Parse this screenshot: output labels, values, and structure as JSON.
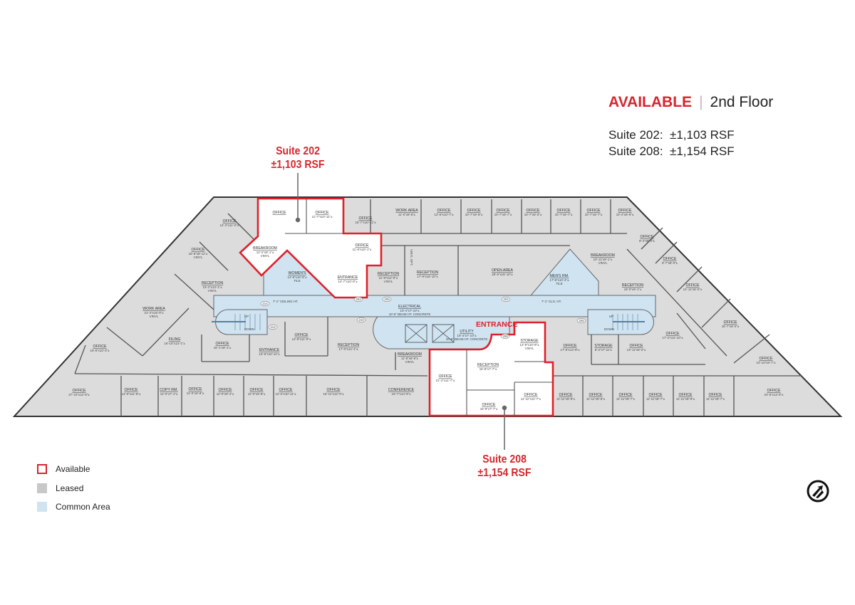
{
  "header": {
    "status": "AVAILABLE",
    "floor": "2nd Floor"
  },
  "suites_summary": [
    {
      "suite": "Suite 202:",
      "area": "±1,103 RSF"
    },
    {
      "suite": "Suite 208:",
      "area": "±1,154 RSF"
    }
  ],
  "callouts": {
    "suite202": {
      "name": "Suite 202",
      "area": "±1,103 RSF"
    },
    "suite208": {
      "name": "Suite 208",
      "area": "±1,154 RSF"
    },
    "entrance": "ENTRANCE"
  },
  "legend": [
    {
      "label": "Available",
      "color": "#d7262e"
    },
    {
      "label": "Leased",
      "color": "#c8c8c8"
    },
    {
      "label": "Common Area",
      "color": "#cfe3f1"
    }
  ],
  "plan_notes": {
    "ceiling_left": "7'-1\" CEILING HT.",
    "ceiling_right": "7'-1\" CLG. HT.",
    "up": "UP",
    "down": "DOWN",
    "vinyl_opt": "VINYL OPT."
  },
  "doors": [
    "214",
    "212",
    "202",
    "206",
    "210",
    "204",
    "208",
    "206"
  ],
  "rooms": [
    {
      "name": "OFFICE",
      "dims": "14'-2\"x11'-0\"±"
    },
    {
      "name": "OFFICE",
      "dims": "16'-8\"x8'-11\"±",
      "extra": "VINYL"
    },
    {
      "name": "RECEPTION",
      "dims": "15'-2\"x13'-1\"±",
      "extra": "VINYL"
    },
    {
      "name": "WORK AREA",
      "dims": "21'-4\"x15'-0\"±",
      "extra": "VINYL"
    },
    {
      "name": "OFFICE",
      "dims": "16'-8\"x10'-3\"±"
    },
    {
      "name": "FILING",
      "dims": "16'-10\"x13'-1\"±"
    },
    {
      "name": "OFFICE",
      "dims": "16'-1\"x8'-1\"±"
    },
    {
      "name": "ENTRANCE",
      "dims": "13'-8\"x10'-11\"±"
    },
    {
      "name": "OFFICE",
      "dims": "27'-10\"x12'-8\"±"
    },
    {
      "name": "OFFICE",
      "dims": "12'-0\"x11'-8\"±"
    },
    {
      "name": "COPY RM.",
      "dims": "12'-0\"x7'-1\"±"
    },
    {
      "name": "OFFICE",
      "dims": "12'-0\"x9'-8\"±"
    },
    {
      "name": "OFFICE",
      "dims": "12'-0\"x9'-4\"±"
    },
    {
      "name": "OFFICE",
      "dims": "12'-0\"x9'-8\"±"
    },
    {
      "name": "OFFICE",
      "dims": "12'-0\"x10'-11\"±"
    },
    {
      "name": "OFFICE",
      "dims": "12'-8\"x11'-0\"±"
    },
    {
      "name": "RECEPTION",
      "dims": "17'-0\"x12'-1\"±"
    },
    {
      "name": "OFFICE",
      "dims": "16'-11\"x12'-0\"±"
    },
    {
      "name": "CONFERENCE",
      "dims": "16'-7\"x14'-9\"±"
    },
    {
      "name": "BREAKROOM",
      "dims": "11'-8\"x6'-8\"±",
      "extra": "VINYL"
    },
    {
      "name": "ELECTRICAL",
      "dims": "10'-4\"x7'-10\"±",
      "extra": "10'-6\" BEAM HT. CONCRETE"
    },
    {
      "name": "UTILITY",
      "dims": "10'-4\"x7'-10\"±",
      "extra": "10'-6\" BEAM HT. CONCRETE"
    },
    {
      "name": "OFFICE",
      "dims": ""
    },
    {
      "name": "OFFICE",
      "dims": "11'-7\"x10'-11\"±"
    },
    {
      "name": "BREAKROOM",
      "dims": "12'-2\"x8'-1\"±",
      "extra": "VINYL"
    },
    {
      "name": "OFFICE",
      "dims": "11'-8\"x10'-1\"±"
    },
    {
      "name": "ENTRANCE",
      "dims": "14'-7\"x10'-0\"±"
    },
    {
      "name": "WOMEN'S",
      "dims": "12'-8\"x10'-8\"±",
      "extra": "TILE"
    },
    {
      "name": "OFFICE",
      "dims": "15'-7\"x10'-11\"±"
    },
    {
      "name": "WORK AREA",
      "dims": "11'-0\"x8'-8\"±"
    },
    {
      "name": "OFFICE",
      "dims": "12'-8\"x10'-7\"±"
    },
    {
      "name": "OFFICE",
      "dims": "10'-7\"x9'-8\"±"
    },
    {
      "name": "OFFICE",
      "dims": "10'-7\"x9'-7\"±"
    },
    {
      "name": "OFFICE",
      "dims": "10'-7\"x9'-0\"±"
    },
    {
      "name": "OFFICE",
      "dims": "10'-7\"x9'-7\"±"
    },
    {
      "name": "OFFICE",
      "dims": "10'-7\"x9'-7\"±"
    },
    {
      "name": "OFFICE",
      "dims": "10'-4\"x9'-9\"±"
    },
    {
      "name": "RECEPTION",
      "dims": "11'-9\"x12'-0\"±",
      "extra": "VINYL"
    },
    {
      "name": "RECEPTION",
      "dims": "17'-9\"x18'-10\"±"
    },
    {
      "name": "OPEN AREA",
      "dims": "28'-6\"x15'-10\"±"
    },
    {
      "name": "MEN'S RM.",
      "dims": "17'-8\"x10'-4\"±",
      "extra": "TILE"
    },
    {
      "name": "BREAKROOM",
      "dims": "10'-11\"x9'-1\"±",
      "extra": "VINYL"
    },
    {
      "name": "RECEPTION",
      "dims": "19'-0\"x9'-1\"±"
    },
    {
      "name": "OFFICE",
      "dims": "9'-4\"x8'-0\"±"
    },
    {
      "name": "OFFICE",
      "dims": "9'-7\"x9'-0\"±"
    },
    {
      "name": "OFFICE",
      "dims": "14'-11\"x8'-0\"±"
    },
    {
      "name": "OFFICE",
      "dims": "16'-7\"x8'-0\"±"
    },
    {
      "name": "OFFICE",
      "dims": "17'-2\"x11'-10\"±"
    },
    {
      "name": "OFFICE",
      "dims": "13'-11\"x8'-2\"±"
    },
    {
      "name": "STORAGE",
      "dims": "8'-2\"x7'-11\"±"
    },
    {
      "name": "OFFICE",
      "dims": "17'-5\"x14'-8\"±"
    },
    {
      "name": "OFFICE",
      "dims": "10'-10\"x9'-7\"±"
    },
    {
      "name": "OFFICE",
      "dims": "24'-8\"x14'-9\"±"
    },
    {
      "name": "OFFICE",
      "dims": "11'-11\"x9'-8\"±"
    },
    {
      "name": "OFFICE",
      "dims": "11'-11\"x9'-8\"±"
    },
    {
      "name": "OFFICE",
      "dims": "11'-11\"x9'-7\"±"
    },
    {
      "name": "OFFICE",
      "dims": "11'-11\"x8'-7\"±"
    },
    {
      "name": "OFFICE",
      "dims": "11'-11\"x9'-8\"±"
    },
    {
      "name": "OFFICE",
      "dims": "11'-11\"x9'-7\"±"
    },
    {
      "name": "STORAGE",
      "dims": "12'-8\"x10'-9\"±",
      "extra": "VINYL"
    },
    {
      "name": "RECEPTION",
      "dims": "15'-8\"x7'-7\"±"
    },
    {
      "name": "OFFICE",
      "dims": "21'-2\"x11'-7\"±"
    },
    {
      "name": "OFFICE",
      "dims": "15'-8\"x7'-7\"±"
    },
    {
      "name": "OFFICE",
      "dims": "11'-11\"x11'-7\"±"
    }
  ]
}
